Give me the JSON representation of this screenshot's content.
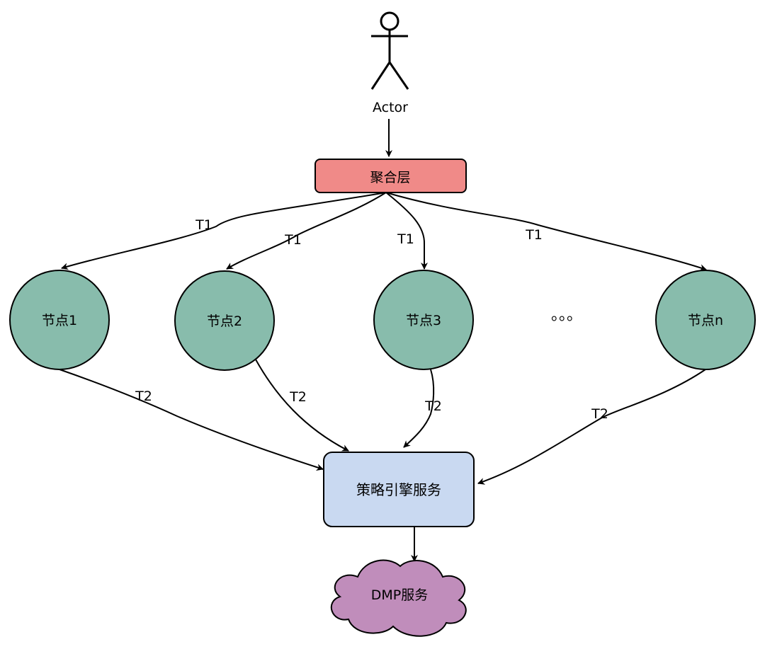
{
  "actor": {
    "label": "Actor"
  },
  "aggregation_layer": {
    "label": "聚合层",
    "fill": "#f08a88",
    "stroke": "#000000"
  },
  "nodes": [
    {
      "label": "节点1"
    },
    {
      "label": "节点2"
    },
    {
      "label": "节点3"
    },
    {
      "label": "节点n"
    }
  ],
  "node_style": {
    "fill": "#88bcac",
    "stroke": "#000000"
  },
  "ellipsis": {
    "label": "。。。"
  },
  "edges": {
    "t1_labels": [
      "T1",
      "T1",
      "T1",
      "T1"
    ],
    "t2_labels": [
      "T2",
      "T2",
      "T2",
      "T2"
    ]
  },
  "strategy_engine": {
    "label": "策略引擎服务",
    "fill": "#c9d9f1",
    "stroke": "#000000"
  },
  "dmp_service": {
    "label": "DMP服务",
    "fill": "#c08dbb",
    "stroke": "#000000"
  }
}
